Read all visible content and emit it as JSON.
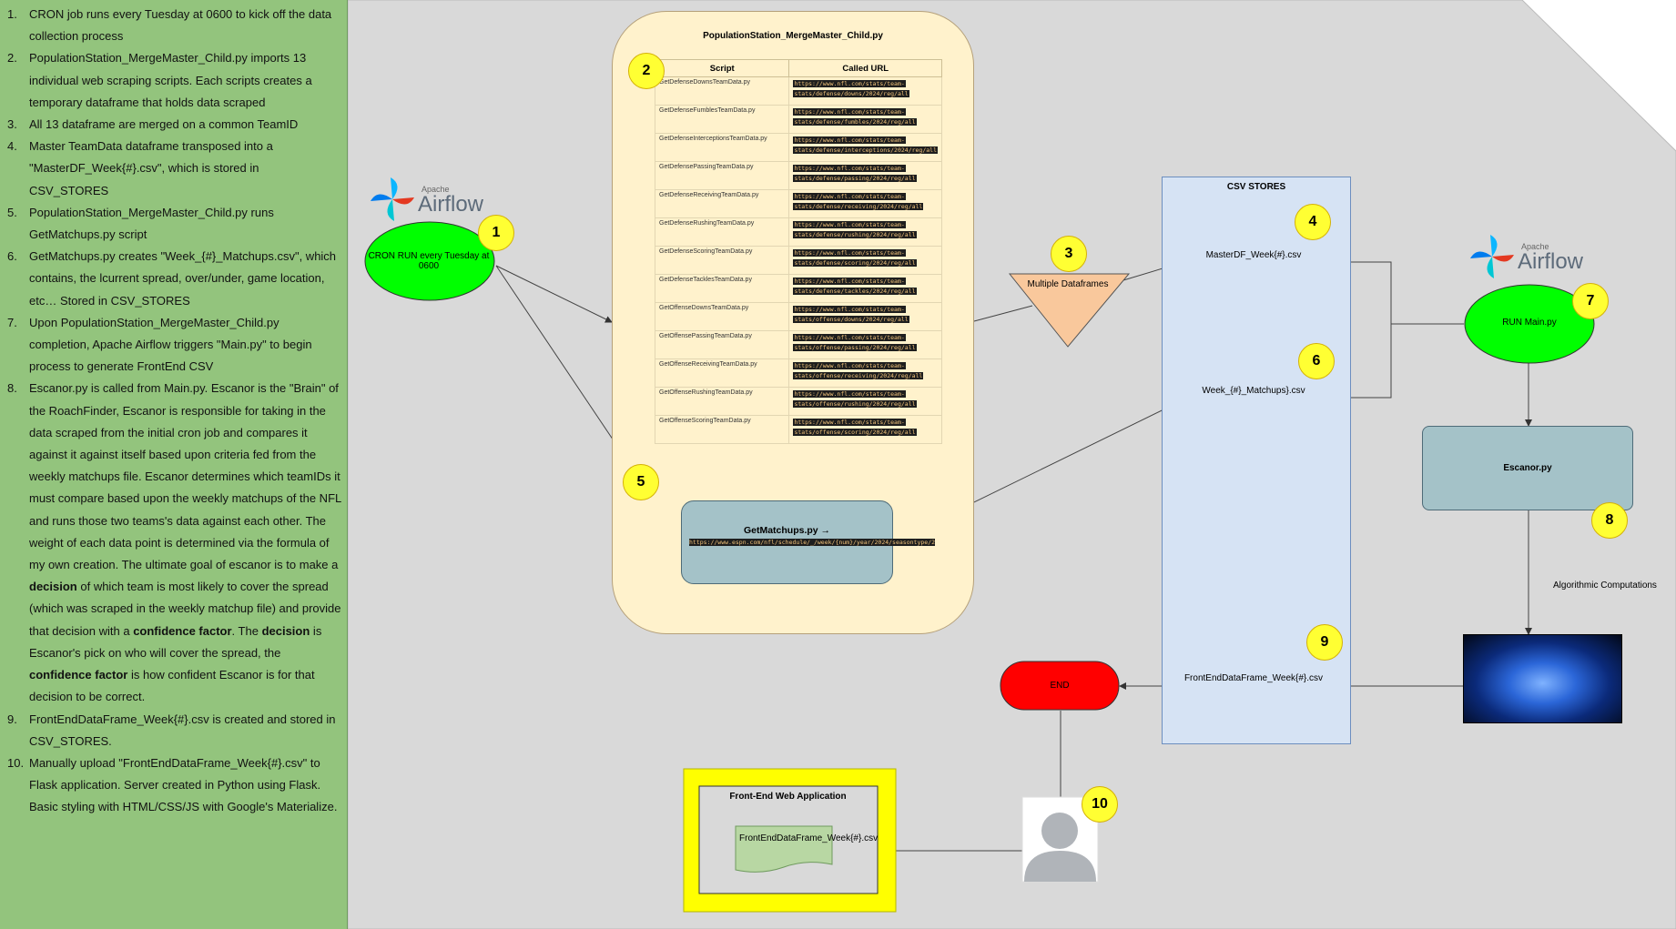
{
  "steps": [
    "CRON job runs every Tuesday at 0600 to kick off the data collection process",
    "PopulationStation_MergeMaster_Child.py imports 13 individual web scraping scripts. Each scripts creates a temporary dataframe that holds data scraped",
    "All 13 dataframe are merged on a common TeamID",
    "Master TeamData dataframe transposed  into a \"MasterDF_Week{#}.csv\", which is stored in CSV_STORES",
    "PopulationStation_MergeMaster_Child.py runs GetMatchups.py script",
    "GetMatchups.py creates \"Week_{#}_Matchups.csv\", which contains, the lcurrent spread, over/under, game location, etc… Stored in CSV_STORES",
    "Upon PopulationStation_MergeMaster_Child.py completion, Apache Airflow triggers \"Main.py\" to begin process to generate FrontEnd CSV",
    "FrontEndDataFrame_Week{#}.csv is created and stored in CSV_STORES.",
    "Manually upload \"FrontEndDataFrame_Week{#}.csv\" to Flask application. Server created in Python using Flask. Basic styling with HTML/CSS/JS with Google's Materialize."
  ],
  "step8": {
    "a": "Escanor.py is called from Main.py. Escanor is the \"Brain\" of the RoachFinder, Escanor is responsible for taking in the data scraped from the initial cron job and compares it against it against itself based upon criteria fed from the weekly matchups file. Escanor determines which teamIDs it must compare based upon the weekly matchups of the NFL and runs those two teams's data against each other. The weight of each data point is determined via the formula of my own creation. The ultimate goal of escanor is to make a ",
    "b": "decision",
    "c": " of which team is most likely to cover the spread (which was scraped in the weekly matchup file) and provide that decision with a ",
    "d": "confidence factor",
    "e": ". The ",
    "f": "decision",
    "g": " is Escanor's pick on who will cover the spread, the ",
    "h": "confidence factor",
    "i": " is how confident Escanor is for that decision to be correct."
  },
  "population": {
    "title": "PopulationStation_MergeMaster_Child.py",
    "col_script": "Script",
    "col_url": "Called URL",
    "rows": [
      {
        "script": "GetDefenseDownsTeamData.py",
        "url": "https://www.nfl.com/stats/team-stats/defense/downs/2024/reg/all"
      },
      {
        "script": "GetDefenseFumblesTeamData.py",
        "url": "https://www.nfl.com/stats/team-stats/defense/fumbles/2024/reg/all"
      },
      {
        "script": "GetDefenseInterceptionsTeamData.py",
        "url": "https://www.nfl.com/stats/team-stats/defense/interceptions/2024/reg/all"
      },
      {
        "script": "GetDefensePassingTeamData.py",
        "url": "https://www.nfl.com/stats/team-stats/defense/passing/2024/reg/all"
      },
      {
        "script": "GetDefenseReceivingTeamData.py",
        "url": "https://www.nfl.com/stats/team-stats/defense/receiving/2024/reg/all"
      },
      {
        "script": "GetDefenseRushingTeamData.py",
        "url": "https://www.nfl.com/stats/team-stats/defense/rushing/2024/reg/all"
      },
      {
        "script": "GetDefenseScoringTeamData.py",
        "url": "https://www.nfl.com/stats/team-stats/defense/scoring/2024/reg/all"
      },
      {
        "script": "GetDefenseTacklesTeamData.py",
        "url": "https://www.nfl.com/stats/team-stats/defense/tackles/2024/reg/all"
      },
      {
        "script": "GetOffenseDownsTeamData.py",
        "url": "https://www.nfl.com/stats/team-stats/offense/downs/2024/reg/all"
      },
      {
        "script": "GetOffensePassingTeamData.py",
        "url": "https://www.nfl.com/stats/team-stats/offense/passing/2024/reg/all"
      },
      {
        "script": "GetOffenseReceivingTeamData.py",
        "url": "https://www.nfl.com/stats/team-stats/offense/receiving/2024/reg/all"
      },
      {
        "script": "GetOffenseRushingTeamData.py",
        "url": "https://www.nfl.com/stats/team-stats/offense/rushing/2024/reg/all"
      },
      {
        "script": "GetOffenseScoringTeamData.py",
        "url": "https://www.nfl.com/stats/team-stats/offense/scoring/2024/reg/all"
      }
    ]
  },
  "getmatchups": {
    "label": "GetMatchups.py →",
    "url": "https://www.espn.com/nfl/schedule/_/week/{num}/year/2024/seasontype/2"
  },
  "cron": "CRON RUN every Tuesday at 0600",
  "multiple_dataframes": "Multiple Dataframes",
  "csv_stores": {
    "title": "CSV STORES",
    "master": "MasterDF_Week{#}.csv",
    "matchups": "Week_{#}_Matchups}.csv",
    "frontend": "FrontEndDataFrame_Week{#}.csv"
  },
  "airflow": {
    "apache": "Apache",
    "name": "Airflow"
  },
  "run_main": "RUN Main.py",
  "escanor": "Escanor.py",
  "algo": "Algorithmic Computations",
  "end": "END",
  "frontend_app": {
    "title": "Front-End Web Application",
    "file": "FrontEndDataFrame_Week{#}.csv"
  },
  "badges": [
    "1",
    "2",
    "3",
    "4",
    "5",
    "6",
    "7",
    "8",
    "9",
    "10"
  ],
  "colors": {
    "sidebar": "#93c47d",
    "canvas": "#d9d9d9",
    "population_box": "#fff2cc",
    "csv_store": "#d6e3f4",
    "document": "#b8d7a3",
    "ellipse": "#00ff00",
    "end": "#ff0000",
    "badge": "#ffff33",
    "escanor": "#a4c2c8",
    "frontend_border": "#ffff00"
  }
}
